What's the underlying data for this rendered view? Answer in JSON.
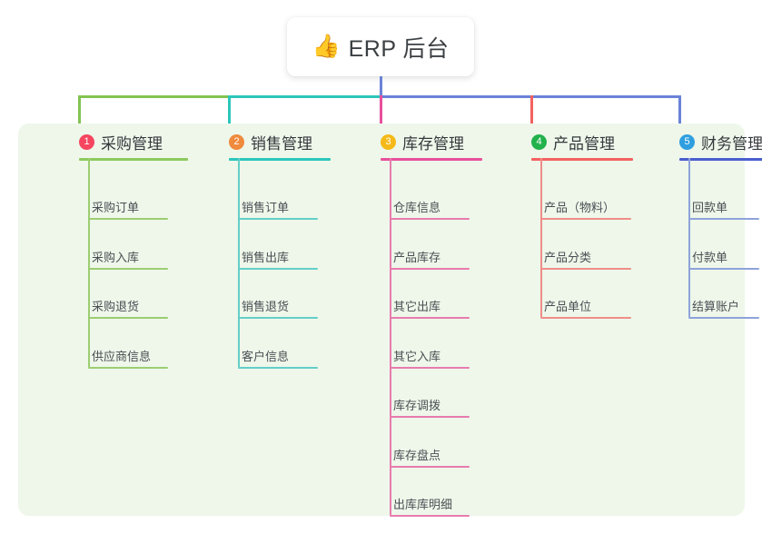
{
  "root": {
    "icon": "thumbs-up-icon",
    "emoji": "👍",
    "title": "ERP 后台"
  },
  "colors": {
    "panel_bg": "#eef7ea",
    "root_text": "#3c4043",
    "branch_1": "#78bf52",
    "branch_2": "#1fc2b4",
    "branch_3": "#e8509b",
    "branch_4": "#f4625f",
    "branch_5": "#4a5fd0",
    "badge_1": "#f5455f",
    "badge_2": "#f08a3c",
    "badge_3": "#f5b91a",
    "badge_4": "#22b24c",
    "badge_5": "#2f9fe0",
    "leaf_line_1": "#9ccd72",
    "leaf_line_2": "#63cfc8",
    "leaf_line_3": "#e87bae",
    "leaf_line_4": "#f08d88",
    "leaf_line_5": "#8ea3db"
  },
  "branches": [
    {
      "index": "1",
      "title": "采购管理",
      "badge_color": "#f5455f",
      "line_color": "#82c452",
      "leaf_line_color": "#9ccd72",
      "underline_color": "#8dc95e",
      "items": [
        "采购订单",
        "采购入库",
        "采购退货",
        "供应商信息"
      ]
    },
    {
      "index": "2",
      "title": "销售管理",
      "badge_color": "#f08a3c",
      "line_color": "#2cc6bb",
      "leaf_line_color": "#63cfc8",
      "underline_color": "#2cc6bb",
      "items": [
        "销售订单",
        "销售出库",
        "销售退货",
        "客户信息"
      ]
    },
    {
      "index": "3",
      "title": "库存管理",
      "badge_color": "#f5b91a",
      "line_color": "#e8509b",
      "leaf_line_color": "#e87bae",
      "underline_color": "#e8509b",
      "items": [
        "仓库信息",
        "产品库存",
        "其它出库",
        "其它入库",
        "库存调拨",
        "库存盘点",
        "出库库明细"
      ]
    },
    {
      "index": "4",
      "title": "产品管理",
      "badge_color": "#22b24c",
      "line_color": "#f4625f",
      "leaf_line_color": "#f08d88",
      "underline_color": "#f4625f",
      "items": [
        "产品（物料）",
        "产品分类",
        "产品单位"
      ]
    },
    {
      "index": "5",
      "title": "财务管理",
      "badge_color": "#2f9fe0",
      "line_color": "#6a82d8",
      "leaf_line_color": "#8ea3db",
      "underline_color": "#4a5fd0",
      "items": [
        "回款单",
        "付款单",
        "结算账户"
      ]
    }
  ]
}
